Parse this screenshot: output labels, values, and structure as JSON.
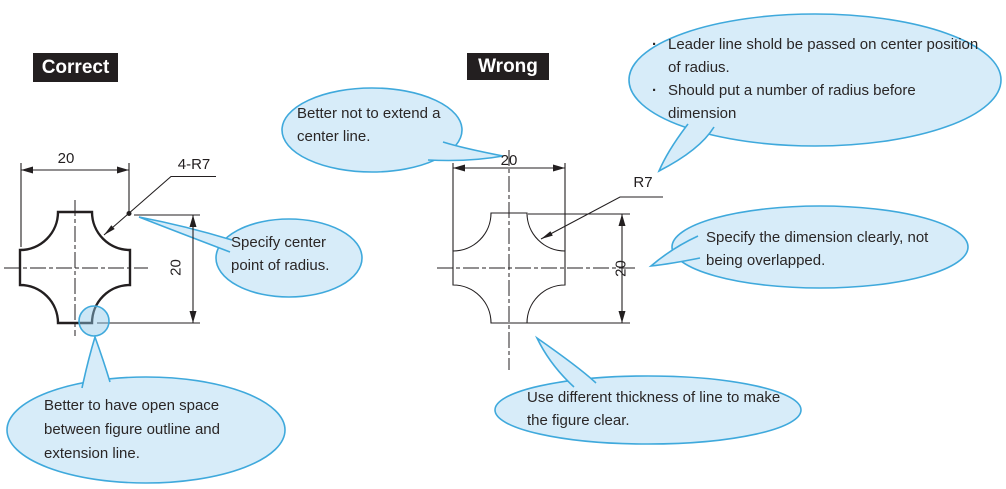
{
  "labels": {
    "correct": "Correct",
    "wrong": "Wrong"
  },
  "correct_figure": {
    "width_dim": "20",
    "height_dim": "20",
    "radius_label": "4-R7"
  },
  "wrong_figure": {
    "width_dim": "20",
    "height_dim": "20",
    "radius_label": "R7"
  },
  "callouts": {
    "bullet": "·",
    "no_extend_centerline": "Better not to extend a center line.",
    "leader_rule_1": "Leader line shold be passed on center position of radius.",
    "leader_rule_2": "Should put a number of radius before dimension",
    "center_point": "Specify center point of radius.",
    "dimension_clear": "Specify the dimension clearly, not being overlapped.",
    "open_space": "Better to have open space between figure outline and extension line.",
    "line_thickness": "Use different thickness of line to make the figure clear."
  },
  "colors": {
    "ink": "#231f20",
    "bubble_fill": "#d7ecf9",
    "bubble_border": "#3fa9dc",
    "label_bg": "#231f20",
    "label_fg": "#ffffff",
    "highlight_fill": "#8dc8e8"
  }
}
